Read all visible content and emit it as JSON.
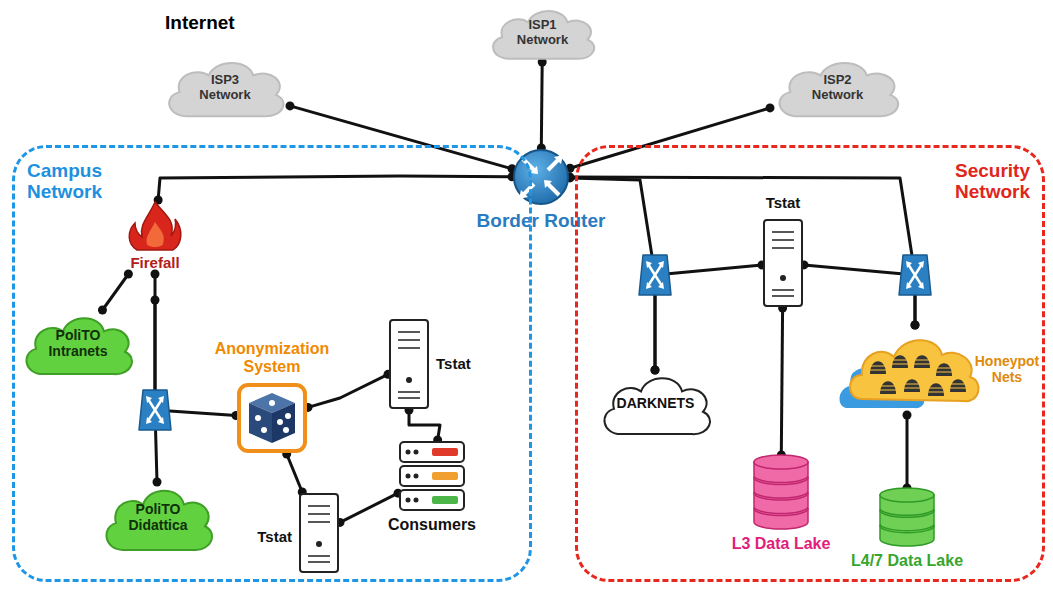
{
  "diagram": {
    "nodes": [
      {
        "text": [
          "ISP1 Network"
        ]
      },
      {
        "text": [
          "ISP3 Network"
        ]
      },
      {
        "text": [
          "ISP2 Network"
        ]
      },
      {
        "text": [
          "Border Router"
        ]
      },
      {
        "text": [
          "Campus Network"
        ]
      },
      {
        "text": [
          "Firefall"
        ],
        "in": 4
      },
      {
        "text": [
          "PoliTO Intranets"
        ],
        "in": 4
      },
      {
        "text": [
          "Anonymization System"
        ],
        "in": 4
      },
      {
        "text": [
          "Tstat"
        ],
        "in": 4
      },
      {
        "text": [
          "PoliTO Didattica"
        ],
        "in": 4
      },
      {
        "text": [
          "Tstat"
        ],
        "in": 4
      },
      {
        "text": [
          "Consumers"
        ],
        "in": 4
      },
      {
        "text": [
          "Security Network"
        ]
      },
      {
        "text": [
          "Tstat"
        ],
        "in": 12
      },
      {
        "text": [
          "DARKNETS"
        ],
        "in": 12
      },
      {
        "text": [
          "Honeypot Nets"
        ],
        "in": 12
      },
      {
        "text": [
          "L3 Data Lake"
        ],
        "in": 12
      },
      {
        "text": [
          "L4/7 Data Lake"
        ],
        "in": 12
      }
    ],
    "edges": [
      {
        "from": 1,
        "to": 3,
        "arrow": "none"
      },
      {
        "from": 0,
        "to": 3,
        "arrow": "none"
      },
      {
        "from": 2,
        "to": 3,
        "arrow": "none"
      },
      {
        "from": 3,
        "to": 5,
        "arrow": "none"
      },
      {
        "from": 5,
        "to": 6,
        "arrow": "none"
      },
      {
        "from": 5,
        "to": 9,
        "arrow": "none"
      },
      {
        "from": 5,
        "to": 7,
        "arrow": "none"
      },
      {
        "from": 7,
        "to": 8,
        "arrow": "none"
      },
      {
        "from": 7,
        "to": 10,
        "arrow": "none"
      },
      {
        "from": 8,
        "to": 11,
        "arrow": "none"
      },
      {
        "from": 10,
        "to": 11,
        "arrow": "none"
      },
      {
        "from": 3,
        "to": 14,
        "arrow": "none"
      },
      {
        "from": 3,
        "to": 15,
        "arrow": "none"
      },
      {
        "from": 13,
        "to": 14,
        "arrow": "none"
      },
      {
        "from": 13,
        "to": 15,
        "arrow": "none"
      },
      {
        "from": 13,
        "to": 16,
        "arrow": "none"
      },
      {
        "from": 15,
        "to": 17,
        "arrow": "none"
      }
    ],
    "labels": [
      "Internet"
    ]
  }
}
